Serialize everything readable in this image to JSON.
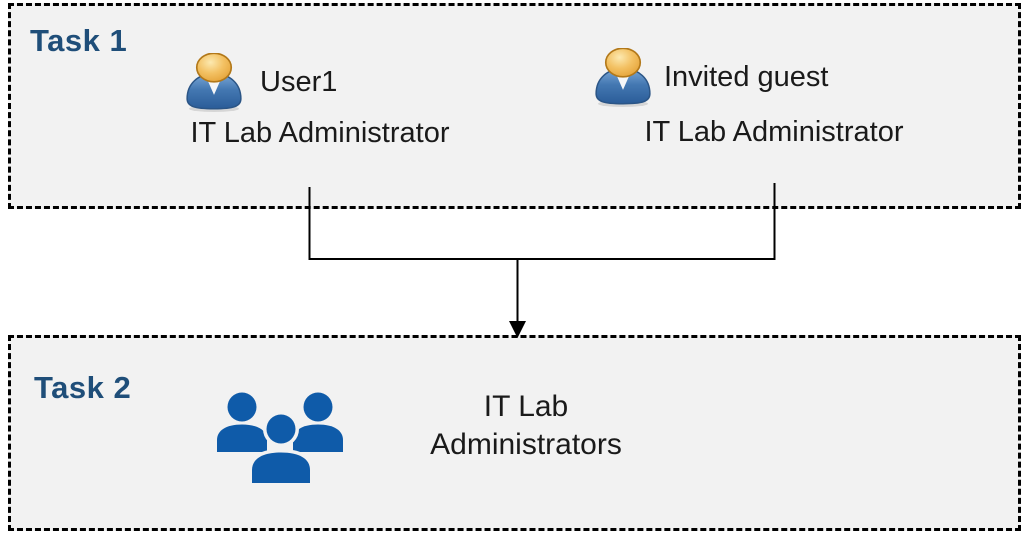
{
  "tasks": {
    "task1": {
      "label": "Task 1",
      "members": [
        {
          "name": "User1",
          "role": "IT Lab Administrator",
          "icon": "person-icon"
        },
        {
          "name": "Invited guest",
          "role": "IT Lab Administrator",
          "icon": "person-icon"
        }
      ]
    },
    "task2": {
      "label": "Task 2",
      "group": {
        "name": "IT Lab\nAdministrators",
        "icon": "people-group-icon"
      }
    }
  },
  "connector": {
    "type": "merge-arrow",
    "from": [
      "User1",
      "Invited guest"
    ],
    "to": "IT Lab Administrators"
  },
  "colors": {
    "task_label_blue": "#1F4E79",
    "box_fill": "#F2F2F2",
    "box_border": "#000000",
    "connector_line": "#000000",
    "group_icon_blue": "#0F5BA9",
    "person_head_gold": "#E9A93F",
    "person_body_blue": "#3A6EA8",
    "text": "#1A1A1A"
  }
}
